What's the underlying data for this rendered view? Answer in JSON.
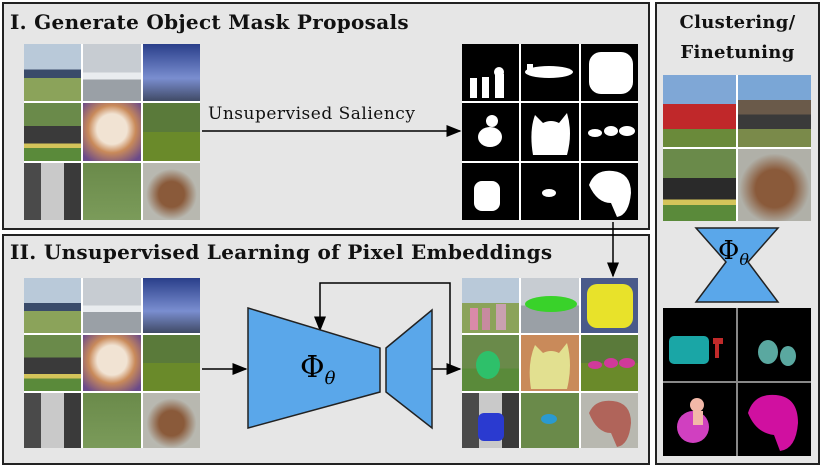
{
  "panels": {
    "proposals": {
      "title": "I. Generate Object Mask Proposals"
    },
    "learning": {
      "title": "II. Unsupervised Learning of Pixel Embeddings"
    },
    "clustering": {
      "title_line1": "Clustering/",
      "title_line2": "Finetuning"
    }
  },
  "arrow_label": "Unsupervised Saliency",
  "network_label": "Φ",
  "network_subscript": "θ",
  "colors": {
    "panel_bg": "#e6e6e6",
    "network_fill": "#5aa7ea",
    "mask_bg": "#000000",
    "mask_fg": "#ffffff"
  }
}
